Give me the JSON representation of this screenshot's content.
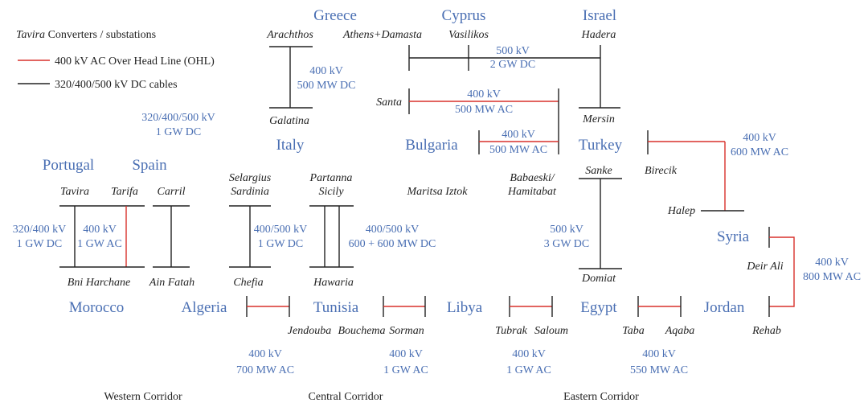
{
  "legend": {
    "title_italic": "Tavira",
    "title_rest": " Converters / substations",
    "ac": "400 kV AC Over Head Line (OHL)",
    "dc": "320/400/500 kV DC cables"
  },
  "countries": {
    "greece": "Greece",
    "cyprus": "Cyprus",
    "israel": "Israel",
    "italy": "Italy",
    "bulgaria": "Bulgaria",
    "turkey": "Turkey",
    "portugal": "Portugal",
    "spain": "Spain",
    "syria": "Syria",
    "morocco": "Morocco",
    "algeria": "Algeria",
    "tunisia": "Tunisia",
    "libya": "Libya",
    "egypt": "Egypt",
    "jordan": "Jordan"
  },
  "stations": {
    "arachthos": "Arachthos",
    "athens_damasta": "Athens+Damasta",
    "vasilikos": "Vasilikos",
    "hadera": "Hadera",
    "santa": "Santa",
    "galatina": "Galatina",
    "mersin": "Mersin",
    "tavira": "Tavira",
    "tarifa": "Tarifa",
    "carril": "Carril",
    "selargius": "Selargius",
    "sardinia": "Sardinia",
    "partanna": "Partanna",
    "sicily": "Sicily",
    "maritsa": "Maritsa Iztok",
    "babaeski": "Babaeski/",
    "hamitabat": "Hamitabat",
    "sanke": "Sanke",
    "birecik": "Birecik",
    "halep": "Halep",
    "deir_ali": "Deir Ali",
    "bni_harchane": "Bni Harchane",
    "ain_fatah": "Ain Fatah",
    "chefia": "Chefia",
    "hawaria": "Hawaria",
    "domiat": "Domiat",
    "jendouba": "Jendouba",
    "bouchema": "Bouchema",
    "sorman": "Sorman",
    "tubrak": "Tubrak",
    "saloum": "Saloum",
    "taba": "Taba",
    "aqaba": "Aqaba",
    "rehab": "Rehab"
  },
  "specs": {
    "greece_italy": [
      "400 kV",
      "500 MW DC"
    ],
    "cyprus_israel": [
      "500 kV",
      "2 GW DC"
    ],
    "santa_link": [
      "400 kV",
      "500 MW AC"
    ],
    "bulgaria_turkey": [
      "400 kV",
      "500 MW AC"
    ],
    "italy_general": [
      "320/400/500 kV",
      "1 GW DC"
    ],
    "turkey_syria": [
      "400 kV",
      "600 MW AC"
    ],
    "portugal_morocco": [
      "320/400 kV",
      "1 GW DC"
    ],
    "spain_morocco": [
      "400 kV",
      "1 GW AC"
    ],
    "sardinia_algeria": [
      "400/500 kV",
      "1 GW DC"
    ],
    "sicily_tunisia": [
      "400/500 kV",
      "600 + 600 MW DC"
    ],
    "turkey_egypt": [
      "500 kV",
      "3 GW DC"
    ],
    "syria_jordan": [
      "400 kV",
      "800 MW AC"
    ],
    "algeria_tunisia": [
      "400 kV",
      "700 MW AC"
    ],
    "tunisia_libya": [
      "400 kV",
      "1 GW AC"
    ],
    "libya_egypt": [
      "400 kV",
      "1 GW AC"
    ],
    "egypt_jordan": [
      "400 kV",
      "550 MW AC"
    ]
  },
  "corridors": {
    "western": "Western Corridor",
    "central": "Central Corridor",
    "eastern": "Eastern Corridor"
  },
  "colors": {
    "country_text": "#4a6fb3",
    "ac_line": "#d9312b",
    "dc_line": "#222222"
  }
}
